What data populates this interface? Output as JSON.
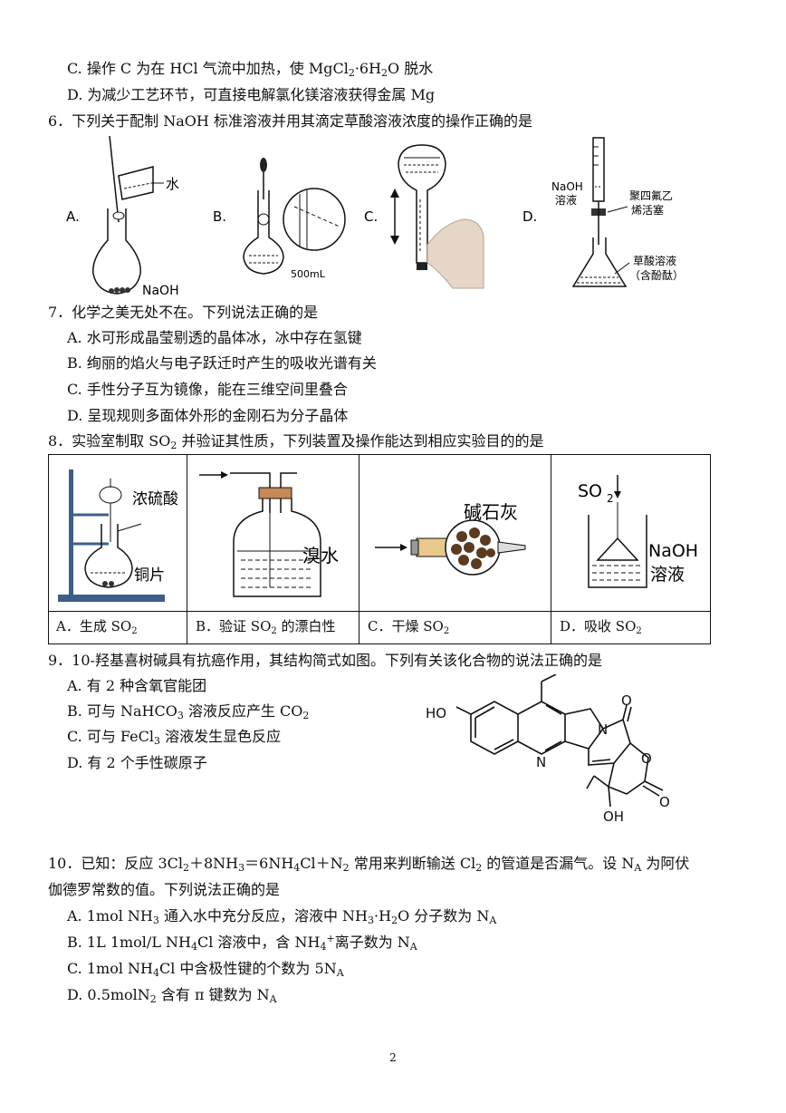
{
  "q5": {
    "optC_pre": "C. 操作 C 为在 HCl 气流中加热，使 MgCl",
    "optC_sub1": "2",
    "optC_mid": "·6H",
    "optC_sub2": "2",
    "optC_post": "O 脱水",
    "optD": "D. 为减少工艺环节，可直接电解氯化镁溶液获得金属 Mg"
  },
  "q6": {
    "stem": "6．下列关于配制 NaOH 标准溶液并用其滴定草酸溶液浓度的操作正确的是",
    "labels": {
      "a": "A.",
      "b": "B.",
      "c": "C.",
      "d": "D."
    },
    "fig_a": {
      "water": "水",
      "naoh": "NaOH"
    },
    "fig_b": {
      "volume": "500mL"
    },
    "fig_d": {
      "naoh1": "NaOH",
      "naoh2": "溶液",
      "ptfe1": "聚四氟乙",
      "ptfe2": "烯活塞",
      "oxalic1": "草酸溶液",
      "oxalic2": "（含酚酞）"
    }
  },
  "q7": {
    "stem": "7．化学之美无处不在。下列说法正确的是",
    "options": [
      "A. 水可形成晶莹剔透的晶体冰，冰中存在氢键",
      "B. 绚丽的焰火与电子跃迁时产生的吸收光谱有关",
      "C. 手性分子互为镜像，能在三维空间里叠合",
      "D. 呈现规则多面体外形的金刚石为分子晶体"
    ]
  },
  "q8": {
    "stem_pre": "8．实验室制取 SO",
    "stem_sub": "2",
    "stem_post": " 并验证其性质，下列装置及操作能达到相应实验目的的是",
    "fig": {
      "acid": "浓硫酸",
      "copper": "铜片",
      "bromine": "溴水",
      "soda_lime": "碱石灰",
      "so2": "SO",
      "so2_sub": "2",
      "naoh": "NaOH",
      "naoh2": "溶液"
    },
    "captions": [
      {
        "pre": "A．生成 SO",
        "sub": "2",
        "post": ""
      },
      {
        "pre": "B．验证 SO",
        "sub": "2",
        "post": " 的漂白性"
      },
      {
        "pre": "C．干燥 SO",
        "sub": "2",
        "post": ""
      },
      {
        "pre": "D．吸收 SO",
        "sub": "2",
        "post": ""
      }
    ]
  },
  "q9": {
    "stem": "9．10-羟基喜树碱具有抗癌作用，其结构简式如图。下列有关该化合物的说法正确的是",
    "optA": "A. 有 2 种含氧官能团",
    "optB_pre": "B. 可与 NaHCO",
    "optB_sub": "3",
    "optB_mid": " 溶液反应产生 CO",
    "optB_sub2": "2",
    "optC_pre": "C. 可与 FeCl",
    "optC_sub": "3",
    "optC_post": " 溶液发生显色反应",
    "optD": "D. 有 2 个手性碳原子",
    "struct": {
      "ho": "HO",
      "n": "N",
      "o": "O",
      "oh": "OH"
    }
  },
  "q10": {
    "line1_a": "10．已知：反应 3Cl",
    "line1_s1": "2",
    "line1_b": "＋8NH",
    "line1_s2": "3",
    "line1_c": "＝6NH",
    "line1_s3": "4",
    "line1_d": "Cl＋N",
    "line1_s4": "2",
    "line1_e": " 常用来判断输送 Cl",
    "line1_s5": "2",
    "line1_f": " 的管道是否漏气。设 N",
    "line1_s6": "A",
    "line1_g": " 为阿伏",
    "line2": "伽德罗常数的值。下列说法正确的是",
    "optA_a": "A. 1mol NH",
    "optA_s1": "3",
    "optA_b": " 通入水中充分反应，溶液中 NH",
    "optA_s2": "3",
    "optA_c": "·H",
    "optA_s3": "2",
    "optA_d": "O 分子数为 N",
    "optA_s4": "A",
    "optB_a": "B. 1L 1mol/L NH",
    "optB_s1": "4",
    "optB_b": "Cl 溶液中，含 NH",
    "optB_s2": "4",
    "optB_sup": "+",
    "optB_c": "离子数为 N",
    "optB_s3": "A",
    "optC_a": "C. 1mol NH",
    "optC_s1": "4",
    "optC_b": "Cl 中含极性键的个数为 5N",
    "optC_s2": "A",
    "optD_a": "D. 0.5molN",
    "optD_s1": "2",
    "optD_b": " 含有 π 键数为 N",
    "optD_s2": "A"
  },
  "page_number": "2"
}
